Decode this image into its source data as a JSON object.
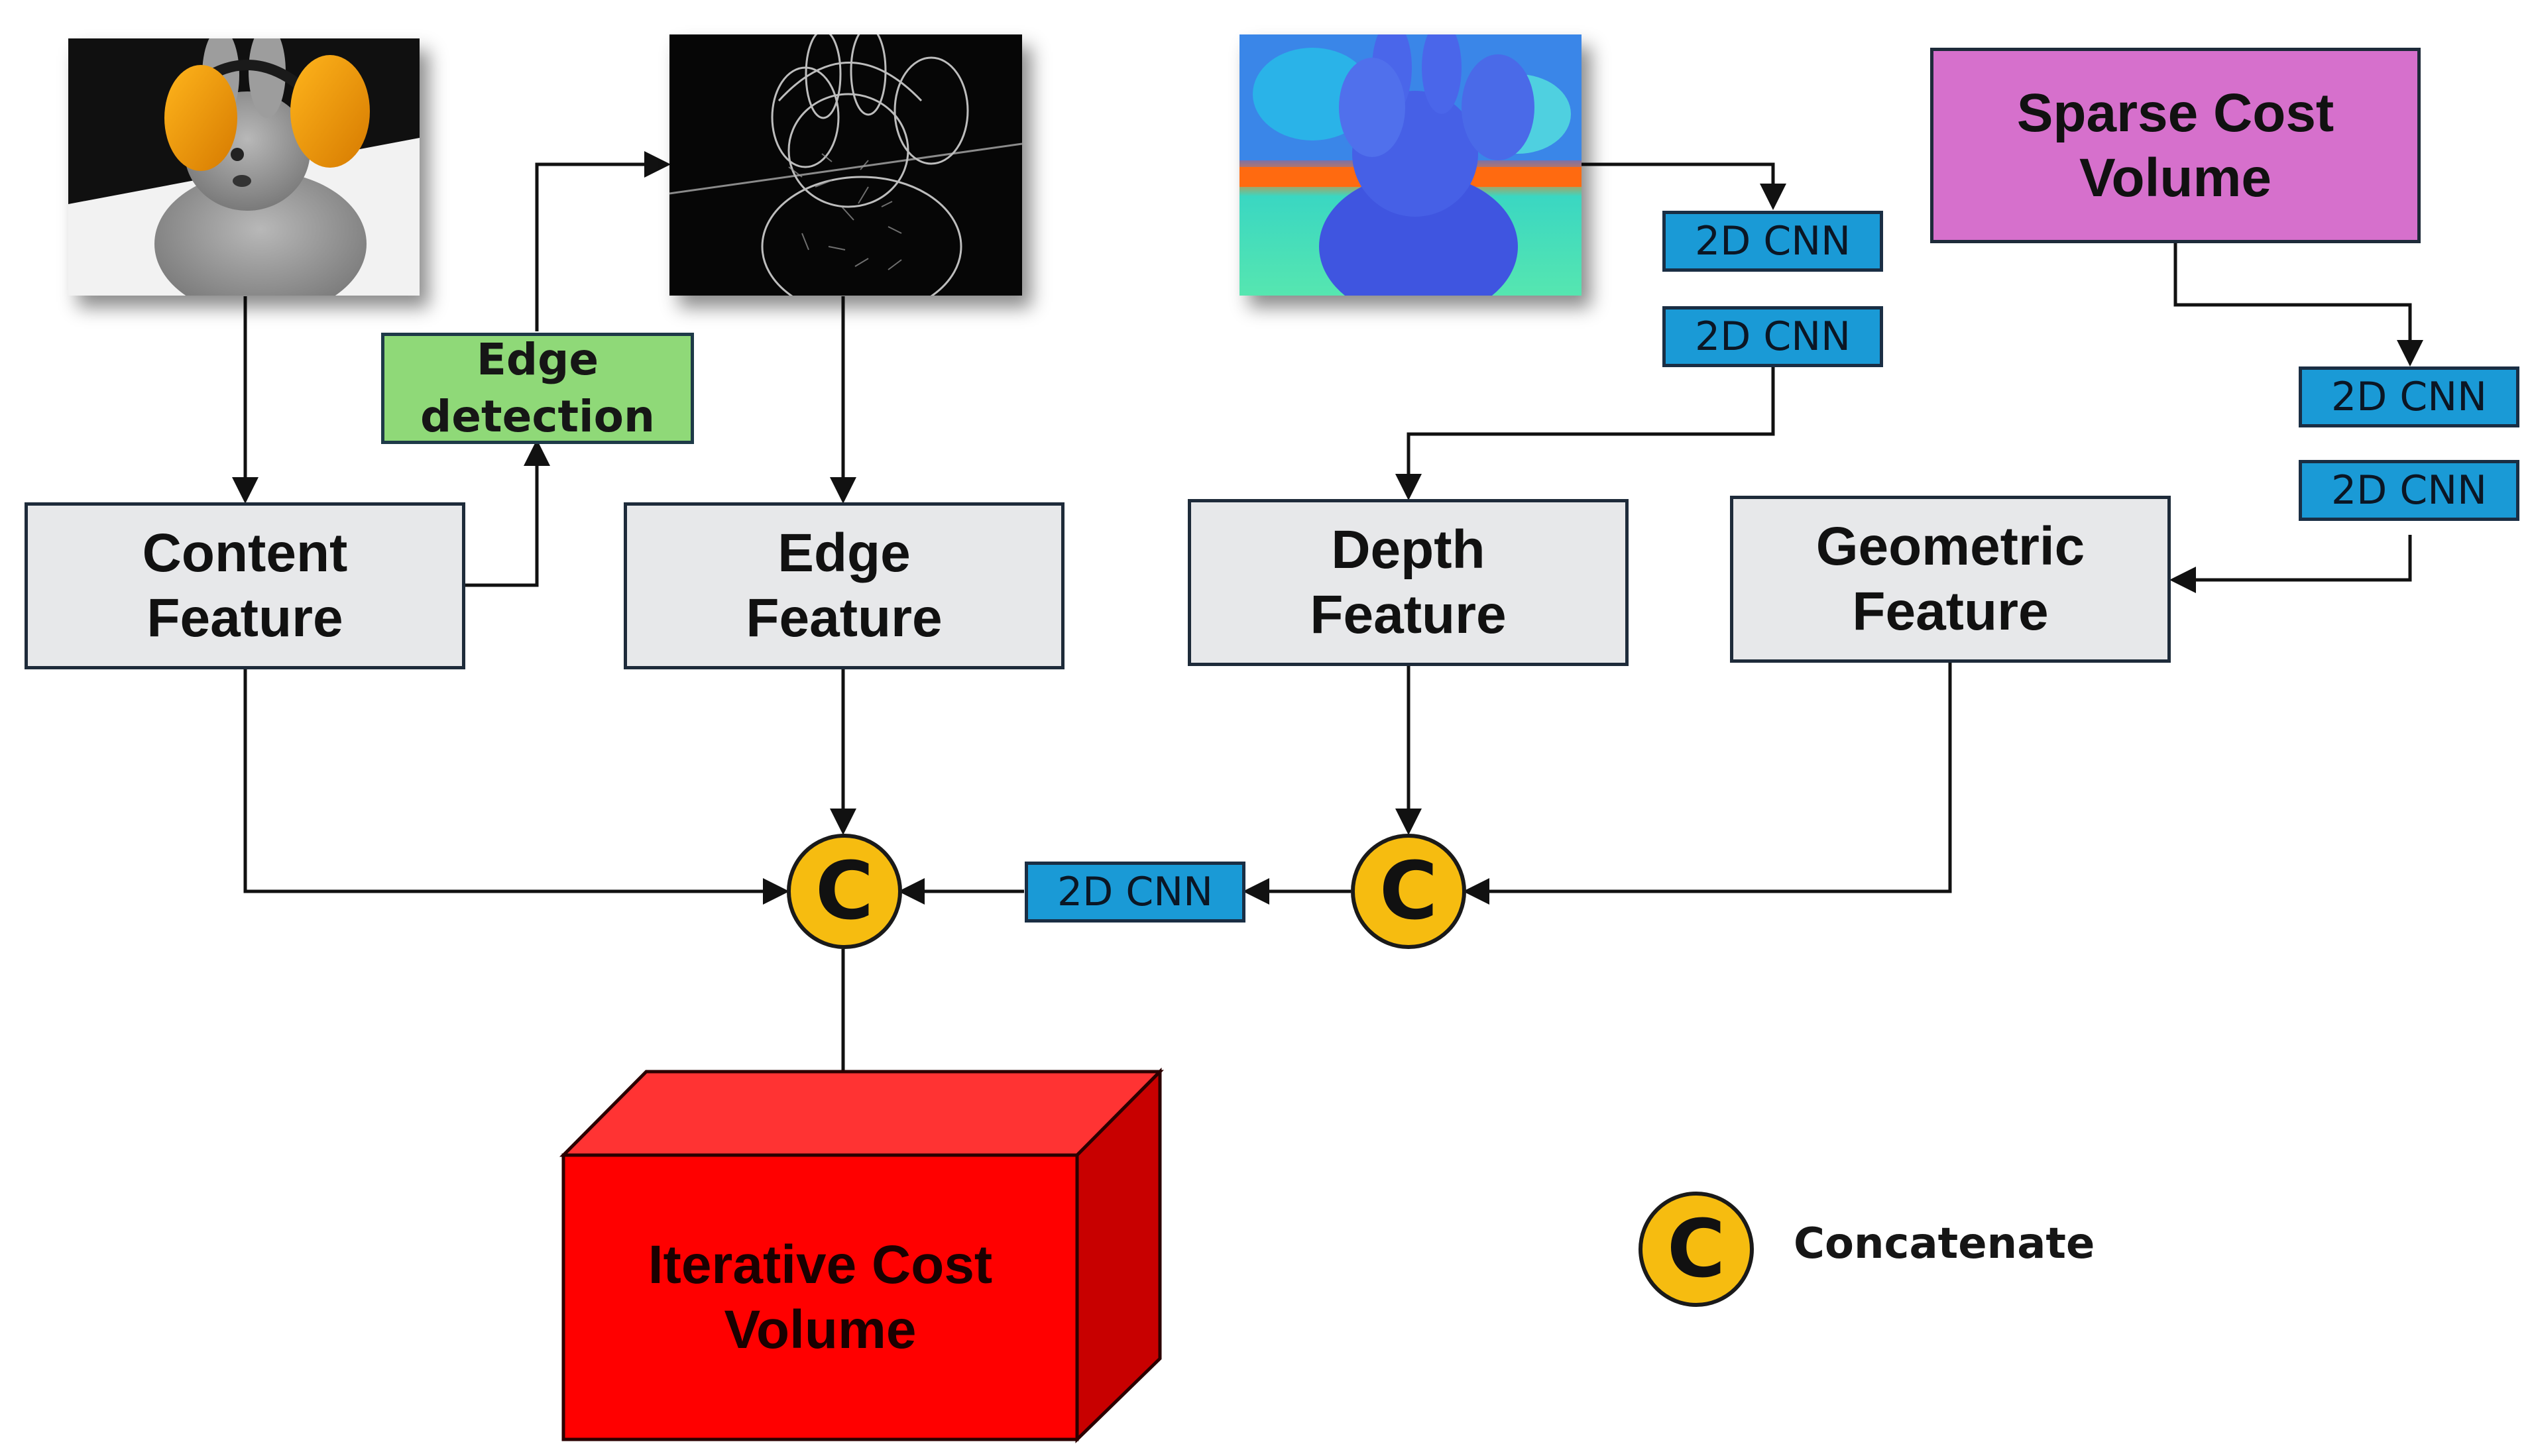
{
  "nodes": {
    "content_feature": "Content\nFeature",
    "edge_feature": "Edge\nFeature",
    "depth_feature": "Depth\nFeature",
    "geometric_feature": "Geometric\nFeature",
    "sparse_cost_volume": "Sparse Cost\nVolume",
    "edge_detection": "Edge\ndetection",
    "cnn_label": "2D CNN",
    "concat_symbol": "C",
    "iterative_cost_volume": "Iterative Cost\nVolume"
  },
  "legend": {
    "symbol": "C",
    "label": "Concatenate"
  },
  "images": {
    "rgb_input": "rabbit-statue-with-headphones-photo",
    "edge_map": "edge-map-image",
    "depth_map": "colored-depth-map-image"
  },
  "colors": {
    "feature_box": "#e7e8ea",
    "cnn_box": "#1a9ad6",
    "edge_detection_box": "#8fd978",
    "sparse_cost_volume_box": "#d670cc",
    "concat_circle": "#f6bc10",
    "cost_volume_front": "#ff0000",
    "cost_volume_top": "#ff3333",
    "cost_volume_side": "#c80000"
  }
}
